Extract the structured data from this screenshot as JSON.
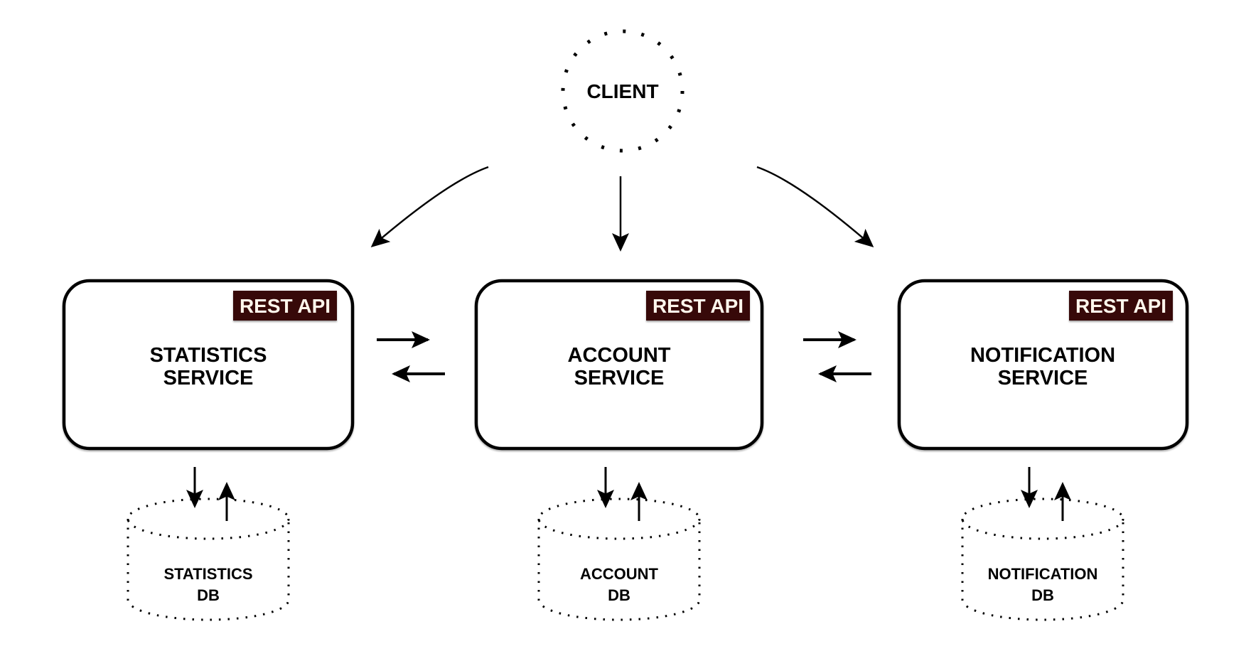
{
  "diagram_type": "microservices-architecture",
  "client": {
    "label": "CLIENT"
  },
  "services": [
    {
      "id": "statistics-service",
      "badge": "REST API",
      "label_line1": "STATISTICS",
      "label_line2": "SERVICE",
      "database": {
        "id": "statistics-db",
        "label_line1": "STATISTICS",
        "label_line2": "DB"
      }
    },
    {
      "id": "account-service",
      "badge": "REST API",
      "label_line1": "ACCOUNT",
      "label_line2": "SERVICE",
      "database": {
        "id": "account-db",
        "label_line1": "ACCOUNT",
        "label_line2": "DB"
      }
    },
    {
      "id": "notification-service",
      "badge": "REST API",
      "label_line1": "NOTIFICATION",
      "label_line2": "SERVICE",
      "database": {
        "id": "notification-db",
        "label_line1": "NOTIFICATION",
        "label_line2": "DB"
      }
    }
  ],
  "connections": [
    {
      "from": "client",
      "to": "statistics-service",
      "type": "one-way"
    },
    {
      "from": "client",
      "to": "account-service",
      "type": "one-way"
    },
    {
      "from": "client",
      "to": "notification-service",
      "type": "one-way"
    },
    {
      "from": "statistics-service",
      "to": "account-service",
      "type": "two-way"
    },
    {
      "from": "account-service",
      "to": "notification-service",
      "type": "two-way"
    },
    {
      "from": "statistics-service",
      "to": "statistics-db",
      "type": "two-way"
    },
    {
      "from": "account-service",
      "to": "account-db",
      "type": "two-way"
    },
    {
      "from": "notification-service",
      "to": "notification-db",
      "type": "two-way"
    }
  ],
  "colors": {
    "background": "#FFFFFF",
    "line": "#000000",
    "badge_bg": "#370909",
    "badge_text": "#FFF6EC"
  }
}
